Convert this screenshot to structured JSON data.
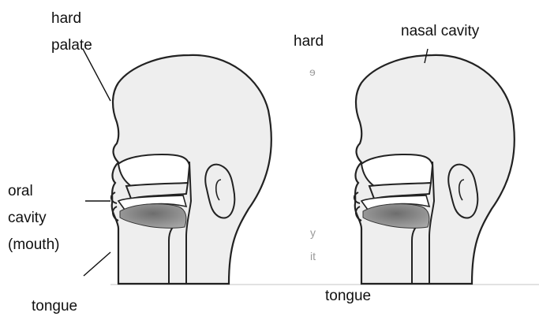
{
  "labels": {
    "left_hard": "hard",
    "left_palate": "palate",
    "oral_line1": "oral",
    "oral_line2": "cavity",
    "oral_line3": "(mouth)",
    "left_tongue": "tongue",
    "right_hard": "hard",
    "nasal_cavity": "nasal cavity",
    "right_tongue": "tongue"
  },
  "fragments": {
    "frag_a": "ɘ",
    "frag_b": "y",
    "frag_c": "it"
  },
  "colors": {
    "head_fill": "#eeeeee",
    "outline": "#222222",
    "tongue_fill": "#8a8a8a",
    "cavity_fill": "#ffffff"
  }
}
